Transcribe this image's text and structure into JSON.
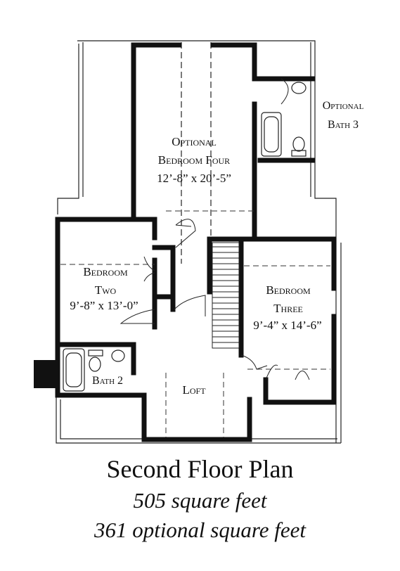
{
  "plan": {
    "rooms": {
      "bedroom_four": {
        "line1": "Optional",
        "line2": "Bedroom Four",
        "dims": "12’-8” x 20’-5”"
      },
      "bath3": {
        "line1": "Optional",
        "line2": "Bath 3"
      },
      "bedroom_two": {
        "line1": "Bedroom",
        "line2": "Two",
        "dims": "9’-8” x 13’-0”"
      },
      "bedroom_three": {
        "line1": "Bedroom",
        "line2": "Three",
        "dims": "9’-4” x 14’-6”"
      },
      "bath2": {
        "label": "Bath 2"
      },
      "loft": {
        "label": "Loft"
      }
    }
  },
  "captions": {
    "title": "Second Floor Plan",
    "square_feet": "505 square feet",
    "optional_square_feet": "361 optional square feet"
  }
}
